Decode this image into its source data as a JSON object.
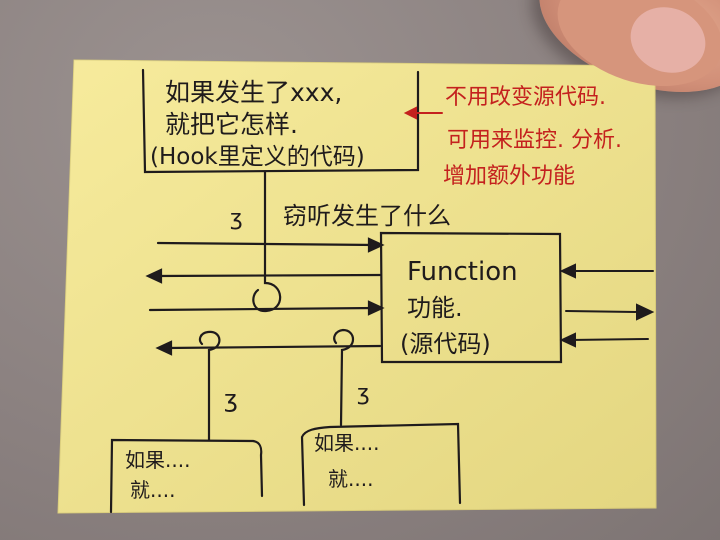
{
  "diagram": {
    "subject": "Hook mechanism explained on a sticky note",
    "colors": {
      "paper": "#f2e58f",
      "ink": "#1f1b1c",
      "red_ink": "#c4211e",
      "background": "#8e8584"
    },
    "hook_box": {
      "line1": "如果发生了xxx,",
      "line2": "就把它怎样.",
      "line3": "(Hook里定义的代码)"
    },
    "red_note": {
      "line1": "不用改变源代码.",
      "line2": "可用来监控. 分析.",
      "line3": "增加额外功能"
    },
    "eavesdrop_label": "窃听发生了什么",
    "function_box": {
      "line1": "Function",
      "line2": "功能.",
      "line3": "(源代码)"
    },
    "bottom_box_left": {
      "line1": "如果....",
      "line2": "就...."
    },
    "bottom_box_right": {
      "line1": "如果....",
      "line2": "就...."
    },
    "ear_symbols": [
      "ear-top",
      "ear-bottom-left",
      "ear-bottom-right"
    ]
  }
}
